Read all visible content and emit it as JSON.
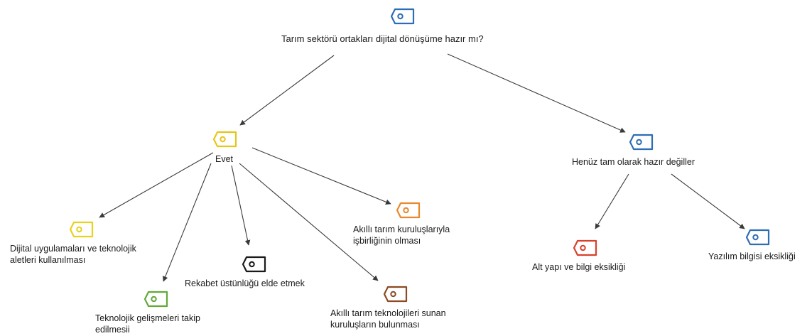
{
  "root": {
    "label": "Tarım sektörü ortakları dijital dönüşüme hazır mı?",
    "icon": "tag-icon",
    "color": "#2e6db4"
  },
  "yes": {
    "label": "Evet",
    "icon": "tag-icon",
    "color": "#e6c619",
    "children": [
      {
        "label_lines": [
          "Dijital uygulamaları ve teknolojik",
          "aletleri kullanılması"
        ],
        "icon": "tag-icon",
        "color": "#e6d21f"
      },
      {
        "label_lines": [
          "Teknolojik gelişmeleri takip",
          "edilmesii"
        ],
        "icon": "tag-icon",
        "color": "#62a83a"
      },
      {
        "label_lines": [
          "Rekabet üstünlüğü elde etmek"
        ],
        "icon": "tag-icon",
        "color": "#1a1a1a"
      },
      {
        "label_lines": [
          "Akıllı tarım teknolojileri sunan",
          "kuruluşların bulunması"
        ],
        "icon": "tag-icon",
        "color": "#8b4a22"
      },
      {
        "label_lines": [
          "Akıllı tarım kuruluşlarıyla",
          "işbirliğinin olması"
        ],
        "icon": "tag-icon",
        "color": "#e8892a"
      }
    ]
  },
  "no": {
    "label": "Henüz tam olarak hazır değiller",
    "icon": "tag-icon",
    "color": "#2e6db4",
    "children": [
      {
        "label_lines": [
          "Alt yapı ve bilgi eksikliği"
        ],
        "icon": "tag-icon",
        "color": "#d8402e"
      },
      {
        "label_lines": [
          "Yazılım bilgisi eksikliği"
        ],
        "icon": "tag-icon",
        "color": "#2e6db4"
      }
    ]
  }
}
